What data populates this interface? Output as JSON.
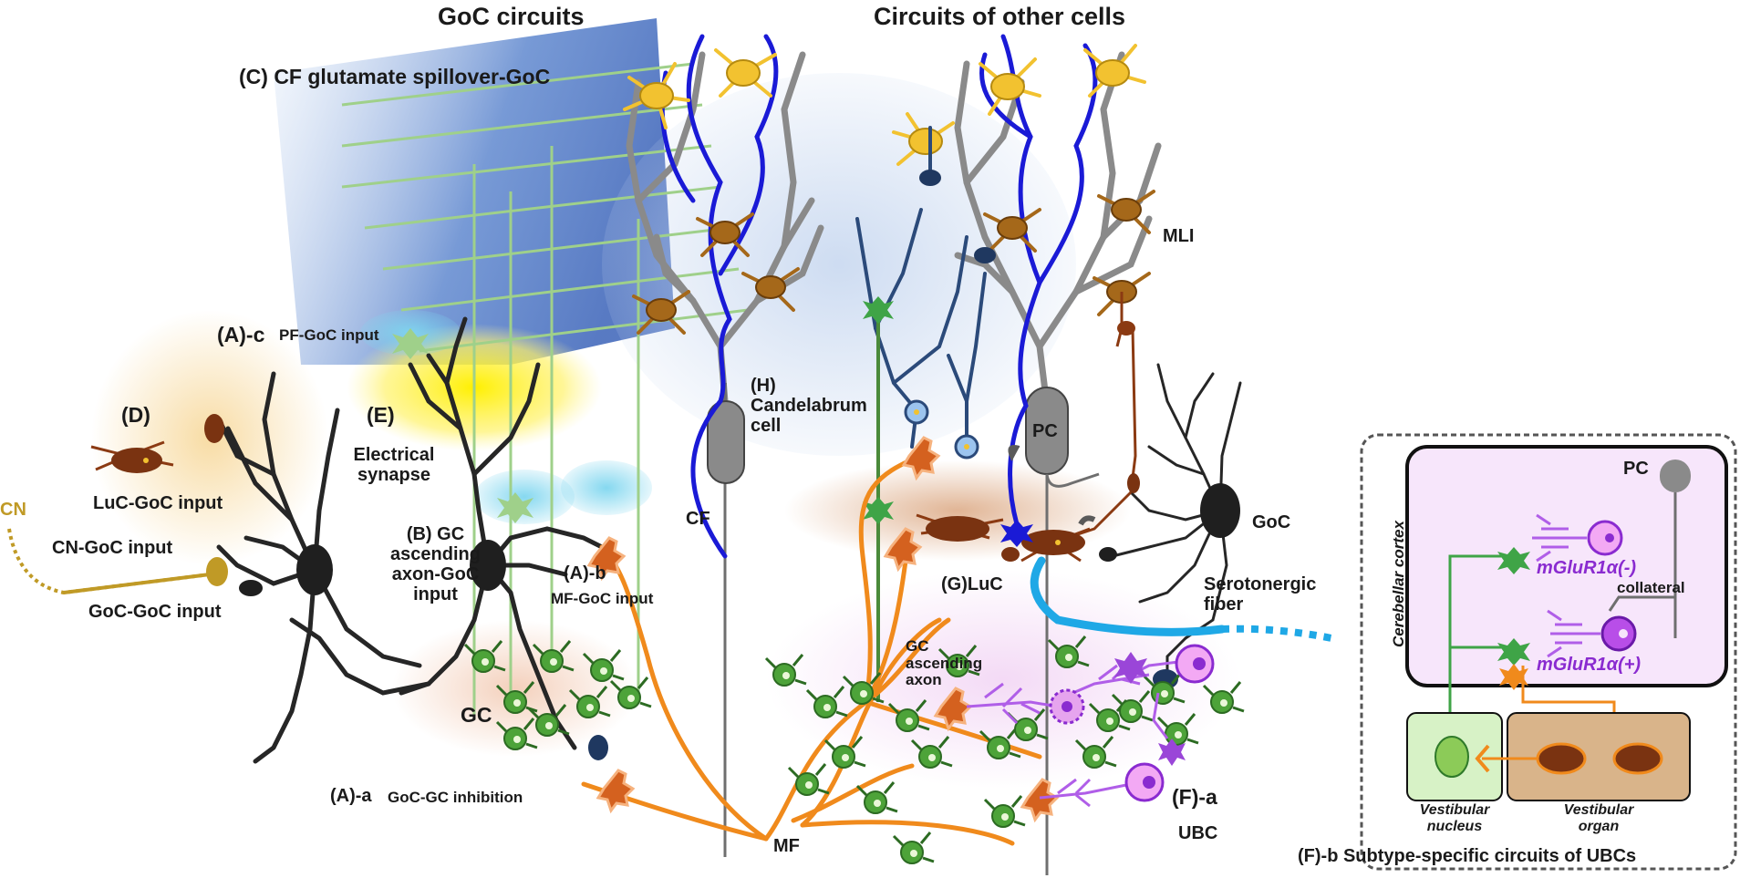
{
  "headers": {
    "goc_circuits": "GoC circuits",
    "other_circuits": "Circuits of other cells"
  },
  "labels": {
    "cf_spillover": "(C) CF glutamate spillover-GoC",
    "pf_input_prefix": "(A)-c",
    "pf_input": "PF-GoC input",
    "d": "(D)",
    "e": "(E)",
    "electrical": [
      "Electrical",
      "synapse"
    ],
    "luc_input": "LuC-GoC input",
    "cn": "CN",
    "cn_input": "CN-GoC input",
    "goc_input": "GoC-GoC input",
    "b_lines": [
      "(B) GC",
      "ascending",
      "axon-GoC",
      "input"
    ],
    "ab_prefix": "(A)-b",
    "ab": "MF-GoC input",
    "gc": "GC",
    "aa_prefix": "(A)-a",
    "aa": "GoC-GC inhibition",
    "h_lines": [
      "(H)",
      "Candelabrum",
      "cell"
    ],
    "cf": "CF",
    "pc": "PC",
    "mli": "MLI",
    "goc": "GoC",
    "gluc": "(G)LuC",
    "sero": [
      "Serotonergic",
      "fiber"
    ],
    "gc_asc": [
      "GC",
      "ascending",
      "axon"
    ],
    "fa": "(F)-a",
    "ubc": "UBC",
    "mf": "MF"
  },
  "inset": {
    "pc": "PC",
    "cortex": "Cerebellar cortex",
    "neg": "mGluR1α(-)",
    "collateral": "collateral",
    "pos": "mGluR1α(+)",
    "vn": [
      "Vestibular",
      "nucleus"
    ],
    "vo": [
      "Vestibular",
      "organ"
    ],
    "title": "(F)-b Subtype-specific circuits of UBCs"
  },
  "colors": {
    "mf_orange": "#f08a1c",
    "goc_black": "#262626",
    "pc_gray": "#7a7a7a",
    "cf_blue": "#1a1ad6",
    "mli_yellow": "#f2c230",
    "gc_green": "#4da339",
    "ubc_purple": "#b05ee8",
    "luc_brown": "#7a3311",
    "sero_cyan": "#1fa8e6"
  }
}
